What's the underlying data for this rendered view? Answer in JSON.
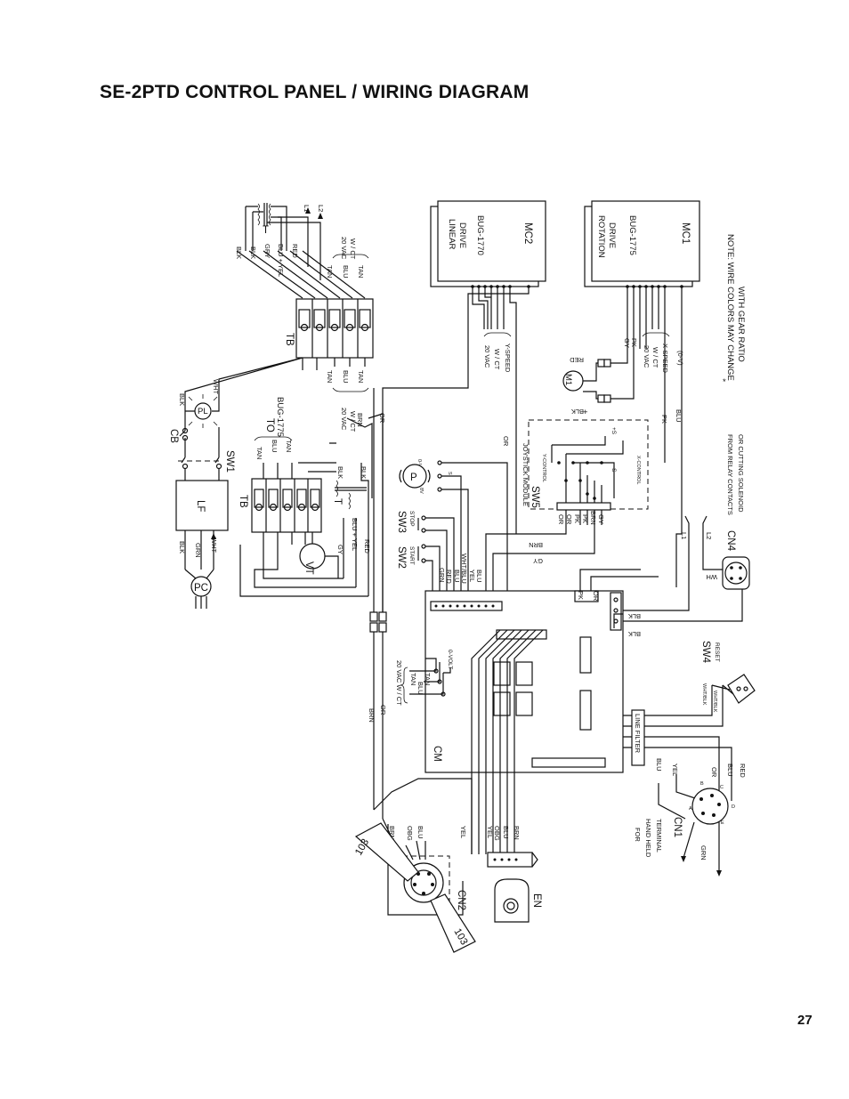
{
  "title": "SE-2PTD CONTROL PANEL / WIRING DIAGRAM",
  "page_number": "27",
  "note": {
    "star": "*",
    "line1": "NOTE: WIRE COLORS MAY CHANGE",
    "line2": "WITH GEAR RATIO"
  },
  "components": {
    "tb": "TB",
    "tb2": "TB",
    "t": "T",
    "t2": "T",
    "cb": "CB",
    "sw1": "SW1",
    "lf": "LF",
    "pc": "PC",
    "pl": "PL",
    "vt": "VT",
    "sw2": "SW2",
    "sw2_sub": "START",
    "sw3": "SW3",
    "sw3_sub": "STOP",
    "p": "P",
    "sw4": "SW4",
    "sw4_sub": "RESET",
    "sw5": "SW5",
    "joystick": "JOYSTICK MODULE",
    "y_control": "Y-CONTROL",
    "x_control": "X-CONTROL",
    "cm": "CM",
    "en": "EN",
    "cn1": "CN1",
    "cn2": "CN2",
    "cn4": "CN4",
    "line_filter": "LINE FILTER",
    "m1": "M1",
    "to": "TO",
    "to_bug": "BUG-1775",
    "code103a": "103",
    "code103b": "103",
    "zero_volt": "0-VOLT",
    "vac_ct": "20 VAC W / CT",
    "hand_held_1": "FOR",
    "hand_held_2": "HAND HELD",
    "hand_held_3": "TERMINAL",
    "relay_1": "FROM RELAY CONTACTS",
    "relay_2": "OR CUTTING SOLENOID",
    "minus_v": "(0-V)",
    "plus_s": "+S",
    "minus_s": "-S",
    "zero_v": "0-V",
    "s_label": "S",
    "eight_v": "8V"
  },
  "mc2": {
    "line1": "LINEAR",
    "line2": "DRIVE",
    "model": "BUG-1770",
    "id": "MC2"
  },
  "mc1": {
    "line1": "ROTATION",
    "line2": "DRIVE",
    "model": "BUG-1775",
    "id": "MC1"
  },
  "wire_labels": {
    "blk": "BLK",
    "gry": "GRY",
    "gy": "GY",
    "grn": "GRN",
    "wht": "WHT",
    "red": "RED",
    "tan": "TAN",
    "blu": "BLU",
    "brn": "BRN",
    "or": "OR",
    "yel": "YEL",
    "pk": "PK",
    "obg": "OBG",
    "wht_blu": "WHT/BLU",
    "wht_blk": "WHT/BLK",
    "blu_yel": "BLU + YEL",
    "l1": "L1",
    "l2": "L2",
    "vac20": "20 VAC",
    "wct": "W / CT",
    "y_speed": "Y-SPEED",
    "x_speed": "X-SPEED",
    "wh": "WH"
  }
}
